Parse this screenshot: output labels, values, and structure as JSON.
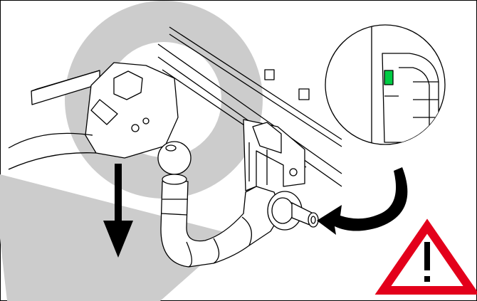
{
  "colors": {
    "watermark_gray": "#cccccc",
    "line": "#000000",
    "fill": "#ffffff",
    "indicator_green": "#00cc44",
    "warning_red": "#e3001b"
  },
  "illustration": {
    "subject": "tow-bar-ball-coupling",
    "inset_detail": "green-lock-indicator",
    "arrows": [
      "down-arrow",
      "curved-rotation-arrow"
    ],
    "warning": "exclamation-warning-triangle"
  }
}
